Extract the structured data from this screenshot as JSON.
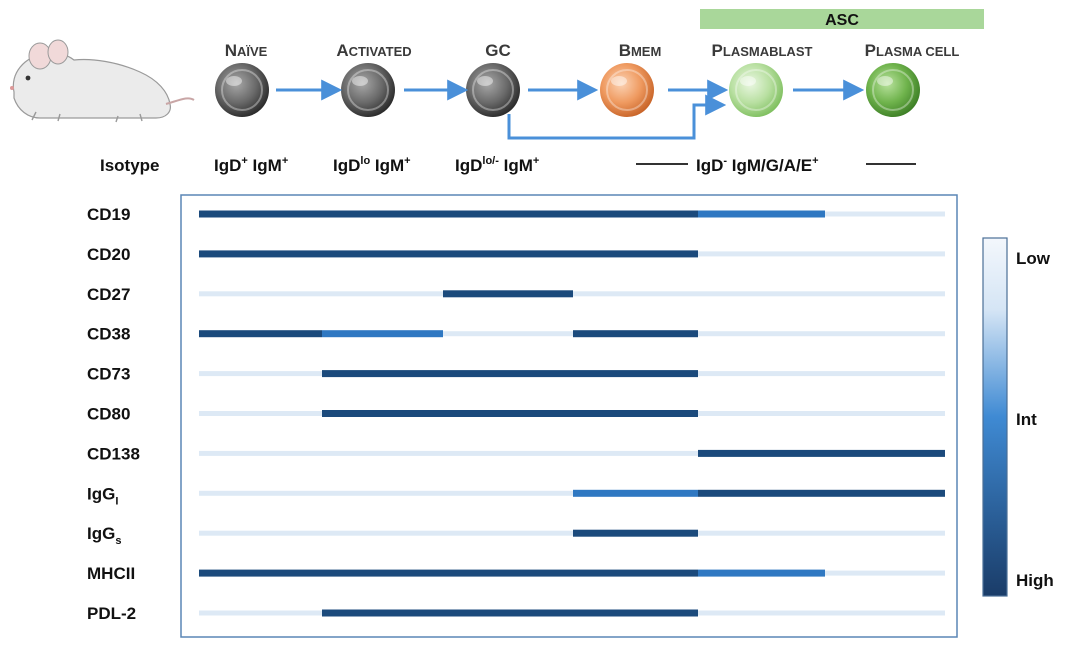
{
  "stages": [
    {
      "key": "naive",
      "big": "N",
      "small": "AÏVE",
      "color": "gray"
    },
    {
      "key": "activated",
      "big": "A",
      "small": "CTIVATED",
      "color": "gray"
    },
    {
      "key": "gc",
      "big": "GC",
      "small": "",
      "color": "gray"
    },
    {
      "key": "bmem",
      "big": "B",
      "small": "MEM",
      "color": "orange"
    },
    {
      "key": "plasmablast",
      "big": "P",
      "small": "LASMABLAST",
      "color": "lightgreen"
    },
    {
      "key": "plasma_cell",
      "big": "P",
      "small": "LASMA CELL",
      "color": "green"
    }
  ],
  "asc_label": "ASC",
  "isotype_row": {
    "label": "Isotype",
    "naive": {
      "base": "IgD",
      "sup": "+",
      "base2": " IgM",
      "sup2": "+"
    },
    "activated": {
      "base": "IgD",
      "sup": "lo",
      "base2": " IgM",
      "sup2": "+"
    },
    "gc": {
      "base": "IgD",
      "sup": "lo/-",
      "base2": " IgM",
      "sup2": "+"
    },
    "switched": {
      "base": "IgD",
      "sup": "-",
      "base2": " IgM/G/A/E",
      "sup2": "+"
    }
  },
  "legend": {
    "low": "Low",
    "int": "Int",
    "high": "High"
  },
  "colors": {
    "low": "#dde9f5",
    "int": "#2f78c2",
    "high": "#1b4a7c",
    "arrow": "#4a90d9",
    "asc_bar": "#a9d79a",
    "frame": "#5a86b5"
  },
  "chart_data": {
    "type": "heatmap",
    "levels": [
      "low",
      "int",
      "high"
    ],
    "columns": [
      "Naïve",
      "Activated",
      "GC",
      "Bmem",
      "Plasmablast",
      "Plasma cell"
    ],
    "rows": [
      {
        "label": "CD19",
        "sub": "",
        "values": [
          "high",
          "high",
          "high",
          "high",
          "int",
          "low"
        ]
      },
      {
        "label": "CD20",
        "sub": "",
        "values": [
          "high",
          "high",
          "high",
          "high",
          "low",
          "low"
        ]
      },
      {
        "label": "CD27",
        "sub": "",
        "values": [
          "low",
          "low",
          "high",
          "low",
          "low",
          "low"
        ]
      },
      {
        "label": "CD38",
        "sub": "",
        "values": [
          "high",
          "int",
          "low",
          "high",
          "low",
          "low"
        ]
      },
      {
        "label": "CD73",
        "sub": "",
        "values": [
          "low",
          "high",
          "high",
          "high",
          "low",
          "low"
        ]
      },
      {
        "label": "CD80",
        "sub": "",
        "values": [
          "low",
          "high",
          "high",
          "high",
          "low",
          "low"
        ]
      },
      {
        "label": "CD138",
        "sub": "",
        "values": [
          "low",
          "low",
          "low",
          "low",
          "high",
          "high"
        ]
      },
      {
        "label": "IgG",
        "sub": "I",
        "values": [
          "low",
          "low",
          "low",
          "int",
          "high",
          "high"
        ]
      },
      {
        "label": "IgG",
        "sub": "s",
        "values": [
          "low",
          "low",
          "low",
          "high",
          "low",
          "low"
        ]
      },
      {
        "label": "MHCII",
        "sub": "",
        "values": [
          "high",
          "high",
          "high",
          "high",
          "int",
          "low"
        ]
      },
      {
        "label": "PDL-2",
        "sub": "",
        "values": [
          "low",
          "high",
          "high",
          "high",
          "low",
          "low"
        ]
      }
    ]
  }
}
